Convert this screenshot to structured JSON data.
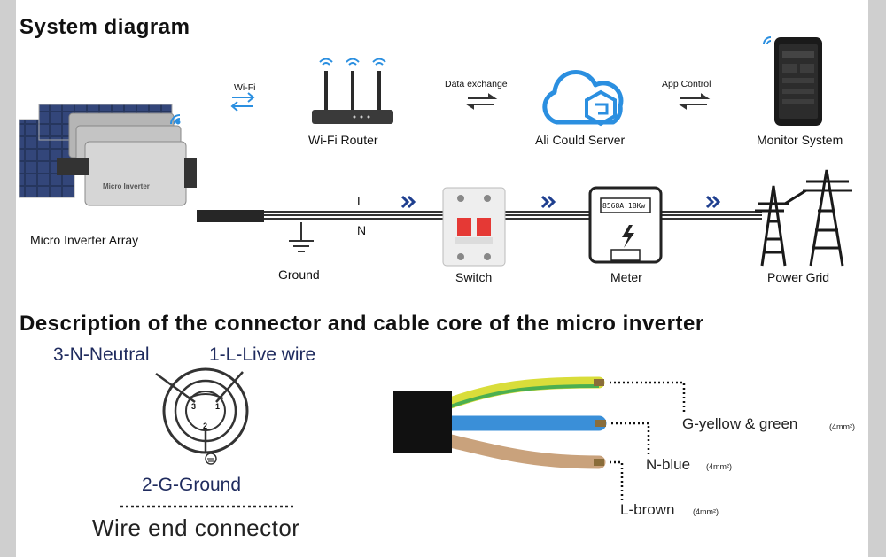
{
  "titles": {
    "system": "System diagram",
    "description": "Description of the connector and cable core of the micro inverter"
  },
  "top_row": {
    "wifi_label": "Wi-Fi",
    "router": "Wi-Fi Router",
    "data_exchange": "Data exchange",
    "server": "Ali Could Server",
    "app_control": "App Control",
    "monitor": "Monitor System"
  },
  "inverter": {
    "label": "Micro Inverter Array",
    "device_text": "Micro Inverter"
  },
  "line": {
    "L": "L",
    "N": "N",
    "ground": "Ground",
    "switch": "Switch",
    "meter": "Meter",
    "meter_reading": "8568A.1BKw",
    "grid": "Power Grid"
  },
  "connector": {
    "neutral": "3-N-Neutral",
    "live": "1-L-Live wire",
    "ground": "2-G-Ground",
    "caption": "Wire end connector",
    "pin1": "1",
    "pin2": "2",
    "pin3": "3"
  },
  "cable": {
    "yellow_green": "G-yellow & green",
    "yellow_green_size": "(4mm²)",
    "blue": "N-blue",
    "blue_size": "(4mm²)",
    "brown": "L-brown",
    "brown_size": "(4mm²)"
  },
  "colors": {
    "cable_yellow": "#d9dd3a",
    "cable_green": "#4caf50",
    "cable_blue": "#3a8fd8",
    "cable_brown": "#c9a27c",
    "arrow_blue": "#1f3f8f",
    "cloud_blue": "#2b8fe0",
    "breaker_red": "#e53935",
    "panel_blue": "#26365e"
  }
}
